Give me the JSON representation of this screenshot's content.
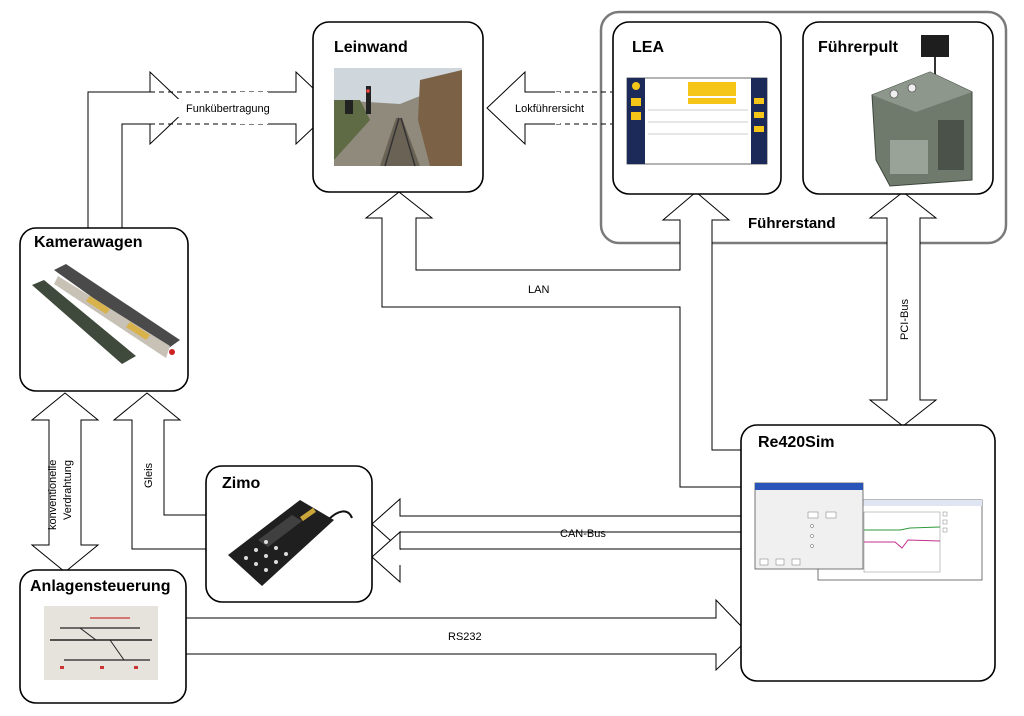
{
  "nodes": {
    "leinwand": "Leinwand",
    "lea": "LEA",
    "fuehrerpult": "Führerpult",
    "kamerawagen": "Kamerawagen",
    "zimo": "Zimo",
    "re420sim": "Re420Sim",
    "anlagensteuerung": "Anlagensteuerung"
  },
  "groups": {
    "fuehrerstand": "Führerstand"
  },
  "connections": {
    "funk": "Funkübertragung",
    "lokfuehrersicht": "Lokführersicht",
    "lan": "LAN",
    "pci": "PCI-Bus",
    "can": "CAN-Bus",
    "rs232": "RS232",
    "gleis": "Gleis",
    "konv1": "konventionelle",
    "konv2": "Verdrahtung"
  },
  "colors": {
    "group_border": "#7a7a7a",
    "lea_highlight": "#f5c518",
    "lea_sidebar": "#1c2a5a",
    "desk_body": "#6f7a6d",
    "chart_line_green": "#2e9a3c",
    "chart_line_magenta": "#c0308a",
    "screen_blue": "#2a55b8"
  }
}
